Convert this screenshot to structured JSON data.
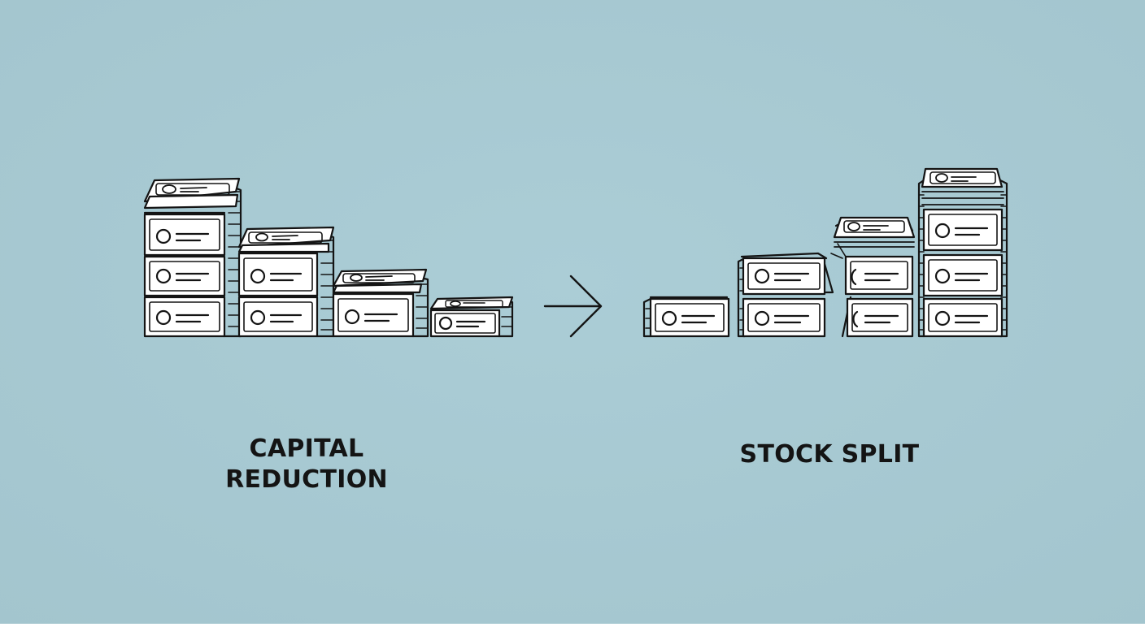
{
  "colors": {
    "background": "#a8cad3",
    "ink": "#141414",
    "paper": "#ffffff"
  },
  "left": {
    "label_line1": "CAPITAL",
    "label_line2": "REDUCTION",
    "stacks": [
      {
        "bundles": 3
      },
      {
        "bundles": 2
      },
      {
        "bundles": 1
      },
      {
        "bundles": 1
      }
    ]
  },
  "arrow": {
    "icon": "arrow-right-icon"
  },
  "right": {
    "label": "STOCK SPLIT",
    "stacks": [
      {
        "bundles": 1
      },
      {
        "bundles": 2
      },
      {
        "bundles": 2
      },
      {
        "bundles": 3
      }
    ]
  }
}
